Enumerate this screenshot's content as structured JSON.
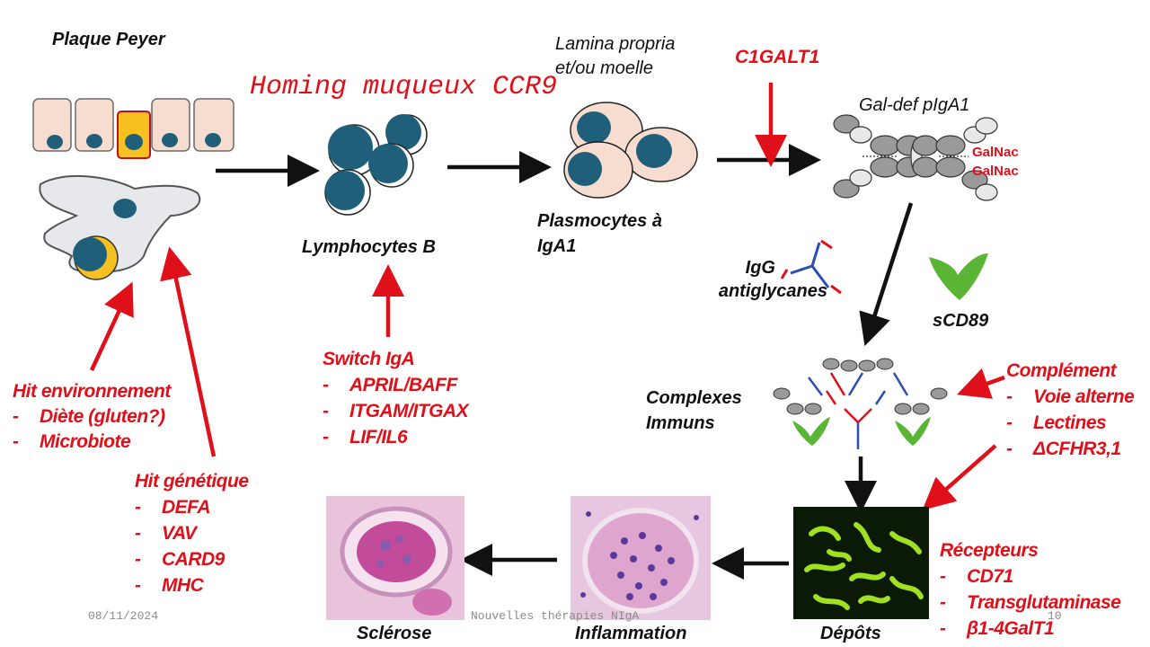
{
  "labels": {
    "plaque_peyer": "Plaque Peyer",
    "homing": "Homing muqueux CCR9",
    "lymphocytes_b": "Lymphocytes B",
    "lamina_propria": [
      "Lamina propria",
      "et/ou moelle"
    ],
    "c1galt1": "C1GALT1",
    "galdef": "Gal-def pIgA1",
    "galnac_1": "GalNac",
    "galnac_2": "GalNac",
    "plasmocytes": [
      "Plasmocytes à",
      "IgA1"
    ],
    "igg": [
      "IgG",
      "antiglycanes"
    ],
    "scd89": "sCD89",
    "complexes": [
      "Complexes",
      "Immuns"
    ],
    "sclerose": "Sclérose",
    "inflammation": "Inflammation",
    "depots": "Dépôts"
  },
  "lists": {
    "hit_env": {
      "title": "Hit environnement",
      "items": [
        "Diète (gluten?)",
        "Microbiote"
      ]
    },
    "hit_gen": {
      "title": "Hit génétique",
      "items": [
        "DEFA",
        "VAV",
        "CARD9",
        "MHC"
      ]
    },
    "switch": {
      "title": "Switch IgA",
      "items": [
        "APRIL/BAFF",
        "ITGAM/ITGAX",
        "LIF/IL6"
      ]
    },
    "complement": {
      "title": "Complément",
      "items": [
        "Voie alterne",
        "Lectines",
        "ΔCFHR3,1"
      ]
    },
    "recepteurs": {
      "title": "Récepteurs",
      "items": [
        "CD71",
        "Transglutaminase",
        "β1-4GalT1"
      ]
    }
  },
  "footer": {
    "date": "08/11/2024",
    "title": "Nouvelles thérapies NIgA",
    "page": "10"
  },
  "colors": {
    "red": "#e0101a",
    "cell_nucleus": "#1f5f7a",
    "cell_body": "#f7ddd0",
    "green_fragment": "#5ab535",
    "micro_bg": "#e9c2dc",
    "depot_bg": "#0b1a06"
  }
}
